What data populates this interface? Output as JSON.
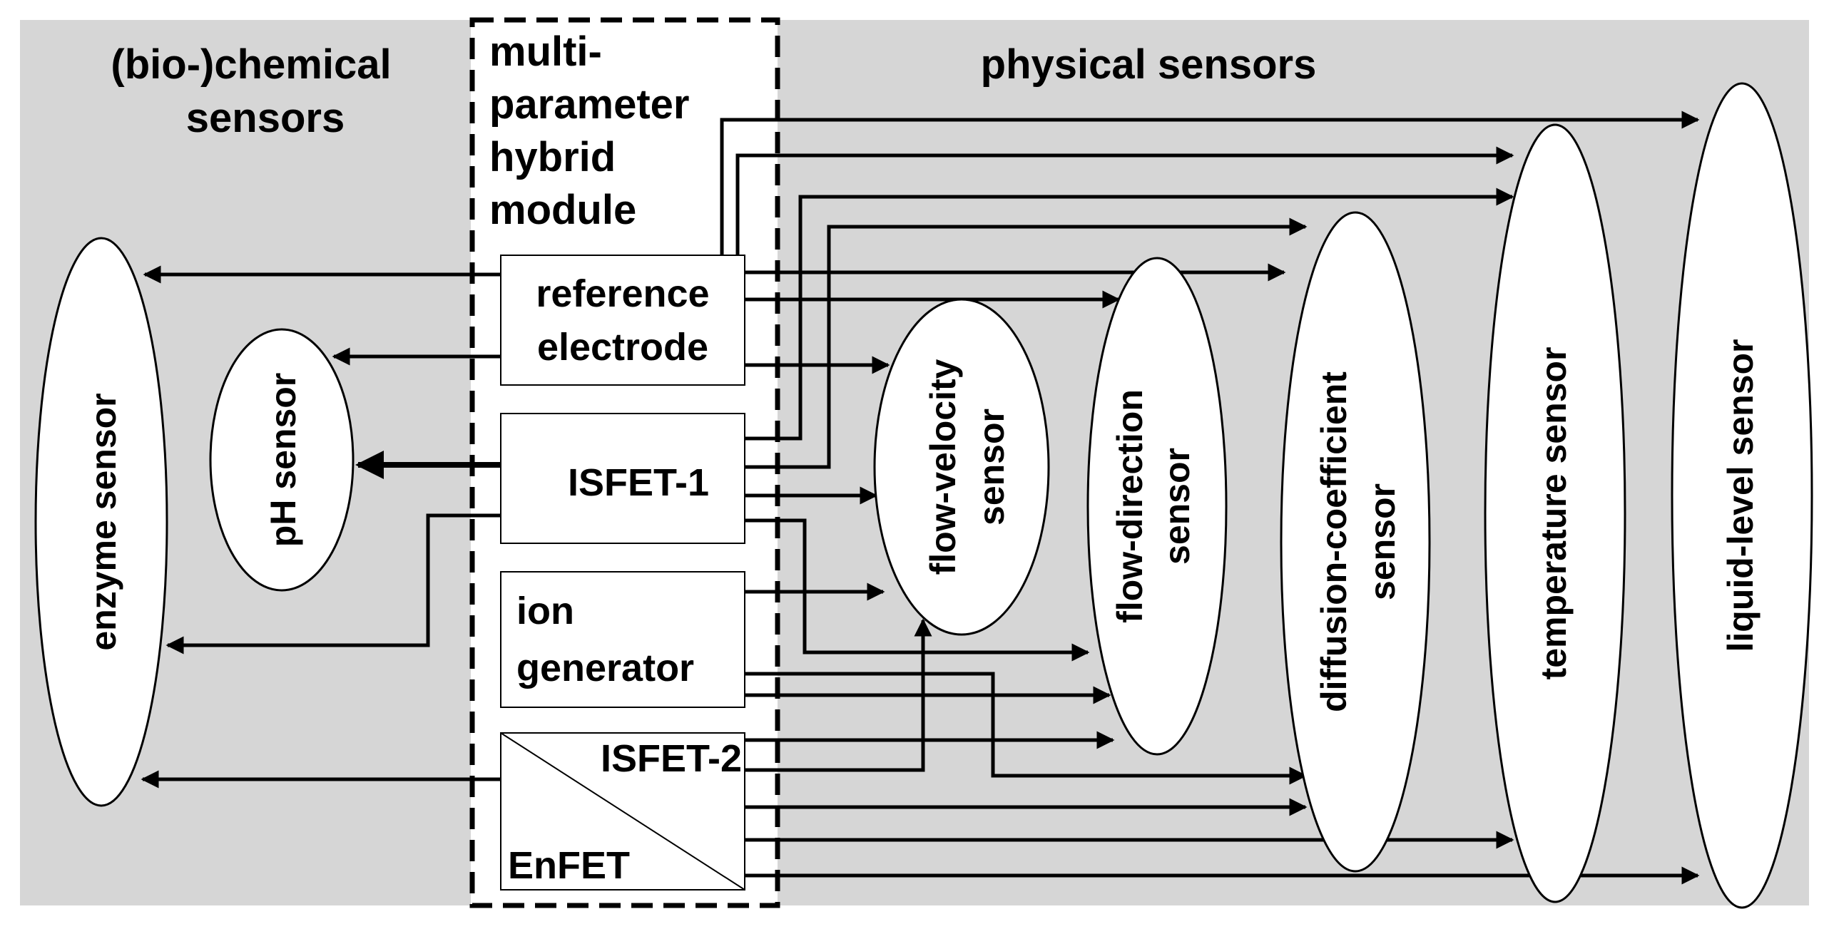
{
  "headers": {
    "biochemical": [
      "(bio-)chemical",
      "sensors"
    ],
    "module": [
      "multi-",
      "parameter",
      "hybrid",
      "module"
    ],
    "physical": "physical sensors"
  },
  "module_elements": {
    "reference_electrode": [
      "reference",
      "electrode"
    ],
    "isfet1": "ISFET-1",
    "ion_generator": [
      "ion",
      "generator"
    ],
    "isfet2": "ISFET-2",
    "enfet": "EnFET"
  },
  "sensors": {
    "enzyme": "enzyme sensor",
    "ph": "pH sensor",
    "flow_velocity": [
      "flow-velocity",
      "sensor"
    ],
    "flow_direction": [
      "flow-direction",
      "sensor"
    ],
    "diffusion": [
      "diffusion-coefficient",
      "sensor"
    ],
    "temperature": "temperature sensor",
    "liquid_level": "liquid-level sensor"
  },
  "colors": {
    "panel_gray": "#d6d6d6",
    "line": "#000000",
    "fill": "#ffffff"
  }
}
